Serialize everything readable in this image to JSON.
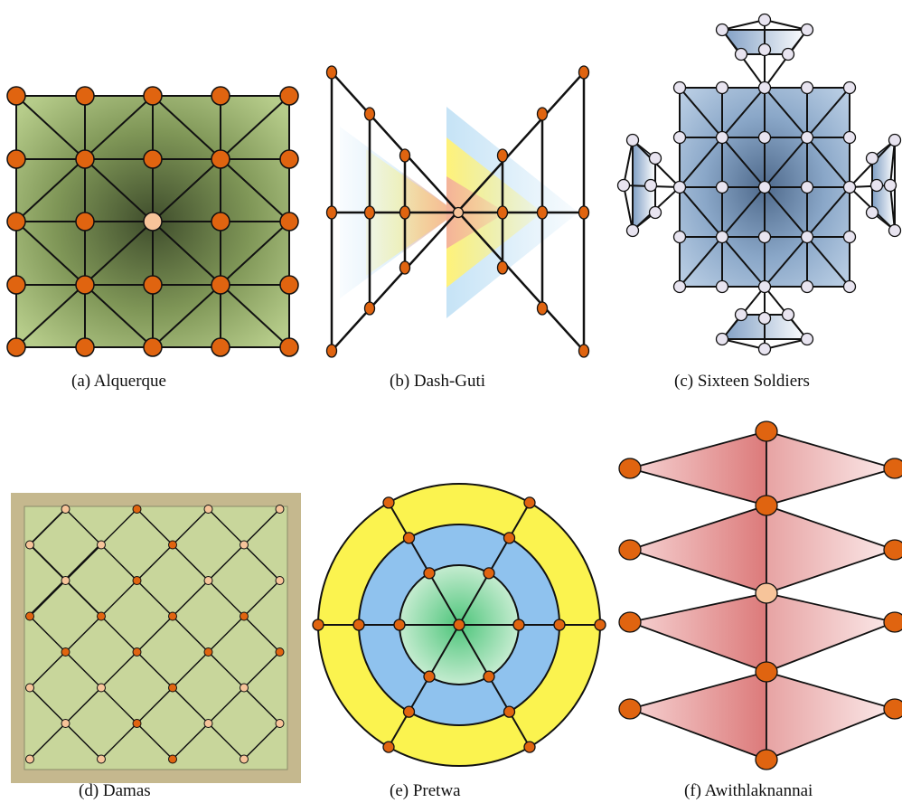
{
  "figure": {
    "panels": [
      {
        "id": "a",
        "caption": "(a)  Alquerque"
      },
      {
        "id": "b",
        "caption": "(b)  Dash-Guti"
      },
      {
        "id": "c",
        "caption": "(c)  Sixteen Soldiers"
      },
      {
        "id": "d",
        "caption": "(d)  Damas"
      },
      {
        "id": "e",
        "caption": "(e)  Pretwa"
      },
      {
        "id": "f",
        "caption": "(f)  Awithlaknannai"
      }
    ]
  },
  "colors": {
    "node_orange": "#e06410",
    "node_peach": "#f7c49a",
    "node_lavender": "#e8e4f0",
    "alquerque_board": "#a9c07e",
    "damas_board": "#c8d69b",
    "damas_frame": "#c5b88e",
    "soldiers_board": "#9cb4cf",
    "pretwa_outer": "#fbf34f",
    "pretwa_middle": "#8fc2ee",
    "pretwa_inner": "#a7dbb1",
    "awith_fill": "#e99d9d"
  }
}
